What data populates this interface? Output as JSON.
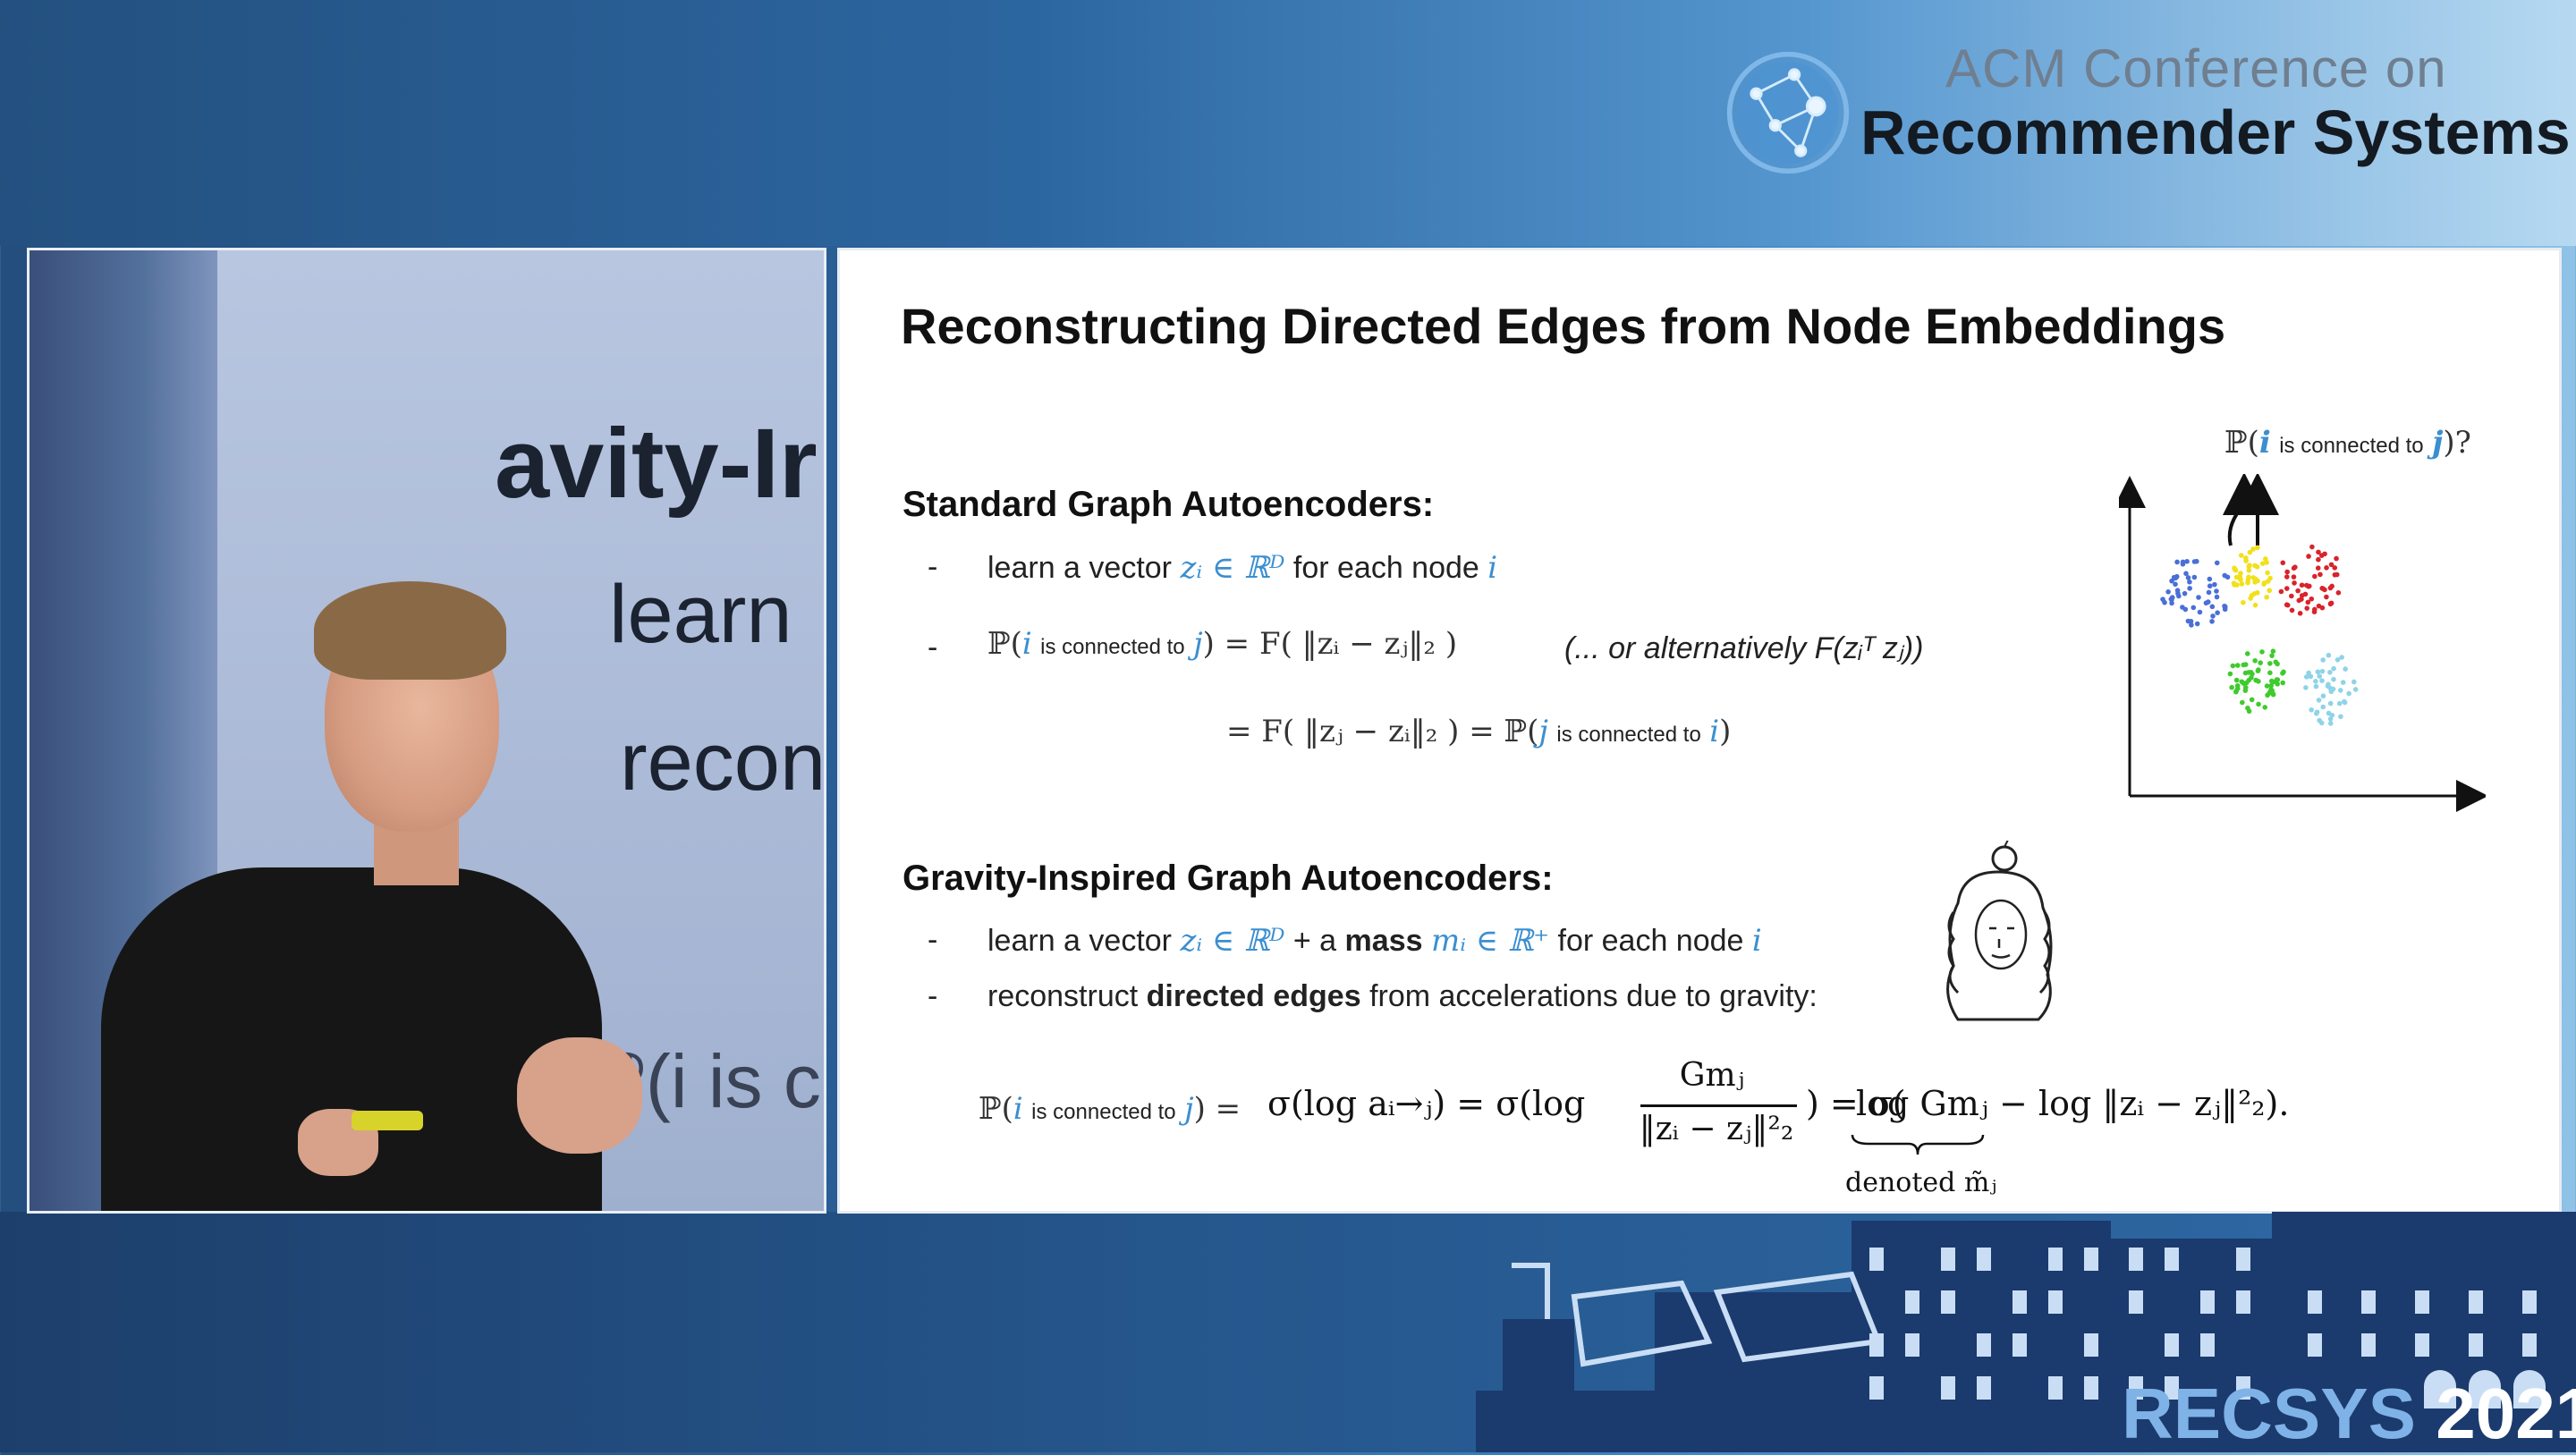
{
  "header": {
    "logo_line1": "ACM Conference on",
    "logo_line2": "Recommender Systems"
  },
  "footer": {
    "brand": "RECSYS",
    "year": "2021"
  },
  "video": {
    "background_text": [
      "avity-Ir",
      "learn",
      "recon",
      "ℙ(i is c"
    ]
  },
  "slide": {
    "title": "Reconstructing Directed Edges from Node Embeddings",
    "standard": {
      "heading": "Standard Graph Autoencoders:",
      "bullet1_pre": "learn a vector",
      "bullet1_math": "zᵢ ∈ ℝᴰ",
      "bullet1_post": "for each node",
      "bullet1_var": "i",
      "bullet2_prob": "ℙ(",
      "bullet2_i": "i",
      "bullet2_small": "is connected to",
      "bullet2_j": "j",
      "bullet2_rhs": ") = F( ‖zᵢ − zⱼ‖₂ )",
      "bullet2_alt": "(... or alternatively F(zᵢᵀ zⱼ))",
      "bullet3_lhs": "= F( ‖zⱼ − zᵢ‖₂ ) = ℙ(",
      "bullet3_j": "j",
      "bullet3_small": "is connected to",
      "bullet3_i": "i",
      "bullet3_close": ")"
    },
    "gravity": {
      "heading": "Gravity-Inspired Graph Autoencoders:",
      "bullet1_pre": "learn a vector",
      "bullet1_math": "zᵢ ∈ ℝᴰ",
      "bullet1_mid": "+ a",
      "bullet1_bold": "mass",
      "bullet1_math2": "mᵢ ∈ ℝ⁺",
      "bullet1_post": "for each node",
      "bullet1_var": "i",
      "bullet2_pre": "reconstruct",
      "bullet2_bold": "directed edges",
      "bullet2_post": "from accelerations due to gravity:",
      "formula_prob": "ℙ(",
      "formula_i": "i",
      "formula_small": "is connected to",
      "formula_j": "j",
      "formula_eq": ") =",
      "formula_a": "σ(log aᵢ→ⱼ) = σ(log",
      "formula_num": "Gmⱼ",
      "formula_den": "‖zᵢ − zⱼ‖²₂",
      "formula_b": ") = σ(",
      "formula_c": "log Gmⱼ",
      "formula_d": "− log ‖zᵢ − zⱼ‖²₂).",
      "underbrace_label": "denoted m̃ⱼ"
    },
    "illustration": {
      "question_pre": "ℙ(",
      "question_i": "i",
      "question_small": "is connected to",
      "question_j": "j",
      "question_post": ")?"
    }
  },
  "colors": {
    "accent_math": "#3b8fd0",
    "cluster_blue": "#4a6fd6",
    "cluster_yellow": "#f2e01a",
    "cluster_red": "#d9232b",
    "cluster_green": "#3fcb2d",
    "cluster_lightblue": "#8fd3e6"
  }
}
